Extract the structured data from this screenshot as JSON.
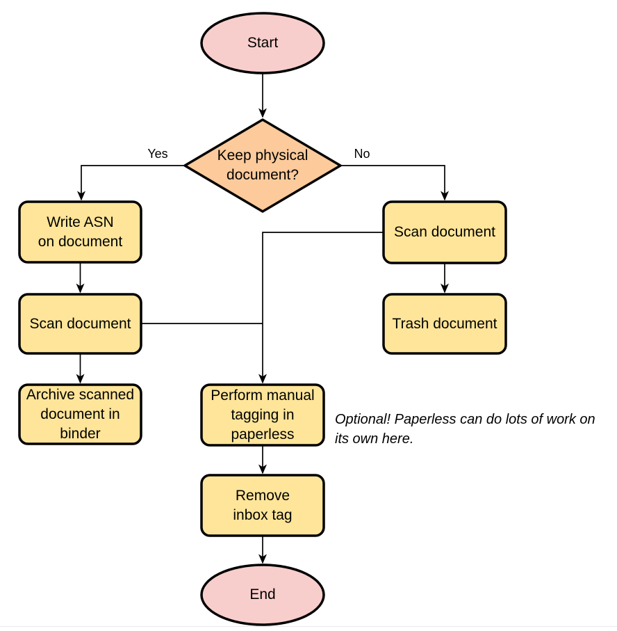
{
  "diagram": {
    "nodes": {
      "start": {
        "label": "Start"
      },
      "decision": {
        "label": "Keep physical\ndocument?"
      },
      "write_asn": {
        "label": "Write ASN\non document"
      },
      "scan_left": {
        "label": "Scan document"
      },
      "archive": {
        "label": "Archive scanned\ndocument in\nbinder"
      },
      "scan_right": {
        "label": "Scan document"
      },
      "trash": {
        "label": "Trash document"
      },
      "tagging": {
        "label": "Perform manual\ntagging in\npaperless"
      },
      "remove_inbox": {
        "label": "Remove\ninbox tag"
      },
      "end": {
        "label": "End"
      }
    },
    "edge_labels": {
      "yes": "Yes",
      "no": "No"
    },
    "annotation": "Optional! Paperless can do lots of work on\nits own here.",
    "colors": {
      "terminator_fill": "#f8cecc",
      "decision_fill": "#fcca9b",
      "process_fill": "#ffe599",
      "stroke": "#000000"
    }
  }
}
